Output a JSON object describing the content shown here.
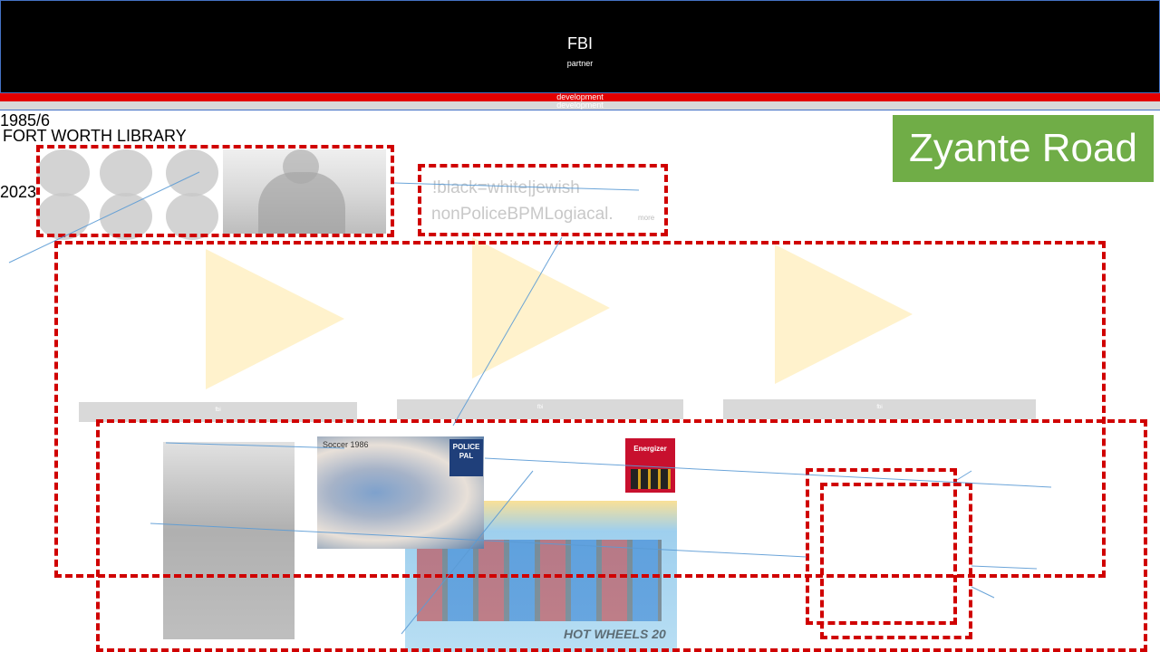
{
  "header": {
    "title": "FBI",
    "subtitle": "partner",
    "bar_red_text": "development",
    "bar_grey_text": "development"
  },
  "left_texts": {
    "date": "1985/6",
    "library": "FORT WORTH LIBRARY",
    "year": "2023"
  },
  "badge": {
    "label": "Zyante Road"
  },
  "text_box": {
    "line1": "!black=white|jewish",
    "line2": "nonPoliceBPMLogiacal.",
    "more": "more"
  },
  "triangle_labels": [
    "fbi",
    "fbi",
    "fbi"
  ],
  "photos": {
    "blur_caption": "Soccer 1986",
    "pal_logo": "POLICE PAL",
    "battery_brand": "Energizer",
    "toy_label": "HOT WHEELS 20"
  },
  "colors": {
    "accent_red": "#e30000",
    "dash_red": "#d00000",
    "badge_green": "#70ad47",
    "triangle_fill": "#fff2cc",
    "line_blue": "#5b9bd5"
  }
}
